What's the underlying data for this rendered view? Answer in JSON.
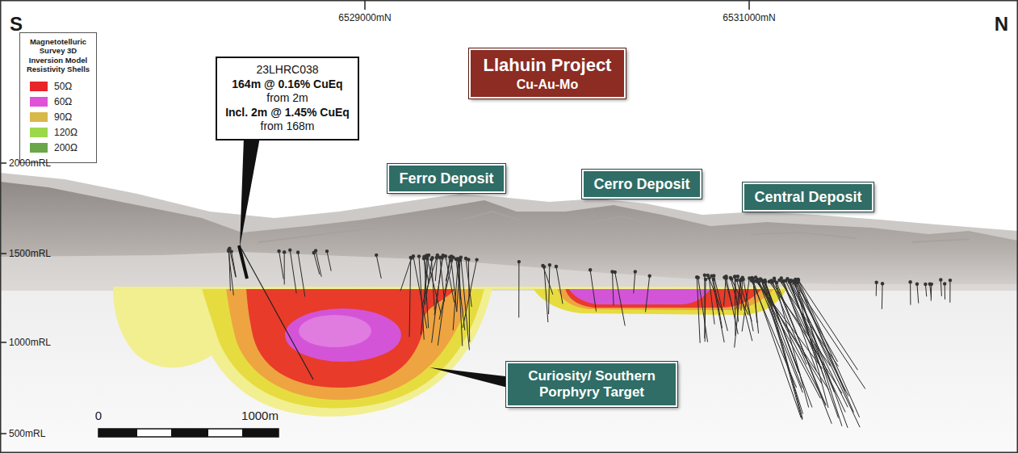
{
  "diagram": {
    "nodes": [
      {
        "text": [
          "23LHRC038",
          "164m @ 0.16% CuEq",
          "from 2m",
          "Incl. 2m @ 1.45% CuEq",
          "from 168m"
        ]
      },
      {
        "text": [
          "Llahuin Project",
          "Cu-Au-Mo"
        ]
      },
      {
        "text": [
          "Ferro Deposit"
        ]
      },
      {
        "text": [
          "Cerro Deposit"
        ]
      },
      {
        "text": [
          "Central Deposit"
        ]
      },
      {
        "text": [
          "Curiosity/ Southern Porphyry Target"
        ]
      }
    ],
    "labels": [
      "S",
      "6529000mN",
      "6531000mN",
      "N",
      "Magnetotelluric Survey 3D Inversion Model Resistivity Shells",
      "2000mRL",
      "1500mRL",
      "1000mRL",
      "500mRL",
      "0",
      "1000m"
    ],
    "legend": [
      {
        "text": "50Ω",
        "color": "#e8262a"
      },
      {
        "text": "60Ω",
        "color": "#e052d8"
      },
      {
        "text": "90Ω",
        "color": "#d9b84a"
      },
      {
        "text": "120Ω",
        "color": "#9dd84a"
      },
      {
        "text": "200Ω",
        "color": "#6aa64a"
      }
    ]
  }
}
